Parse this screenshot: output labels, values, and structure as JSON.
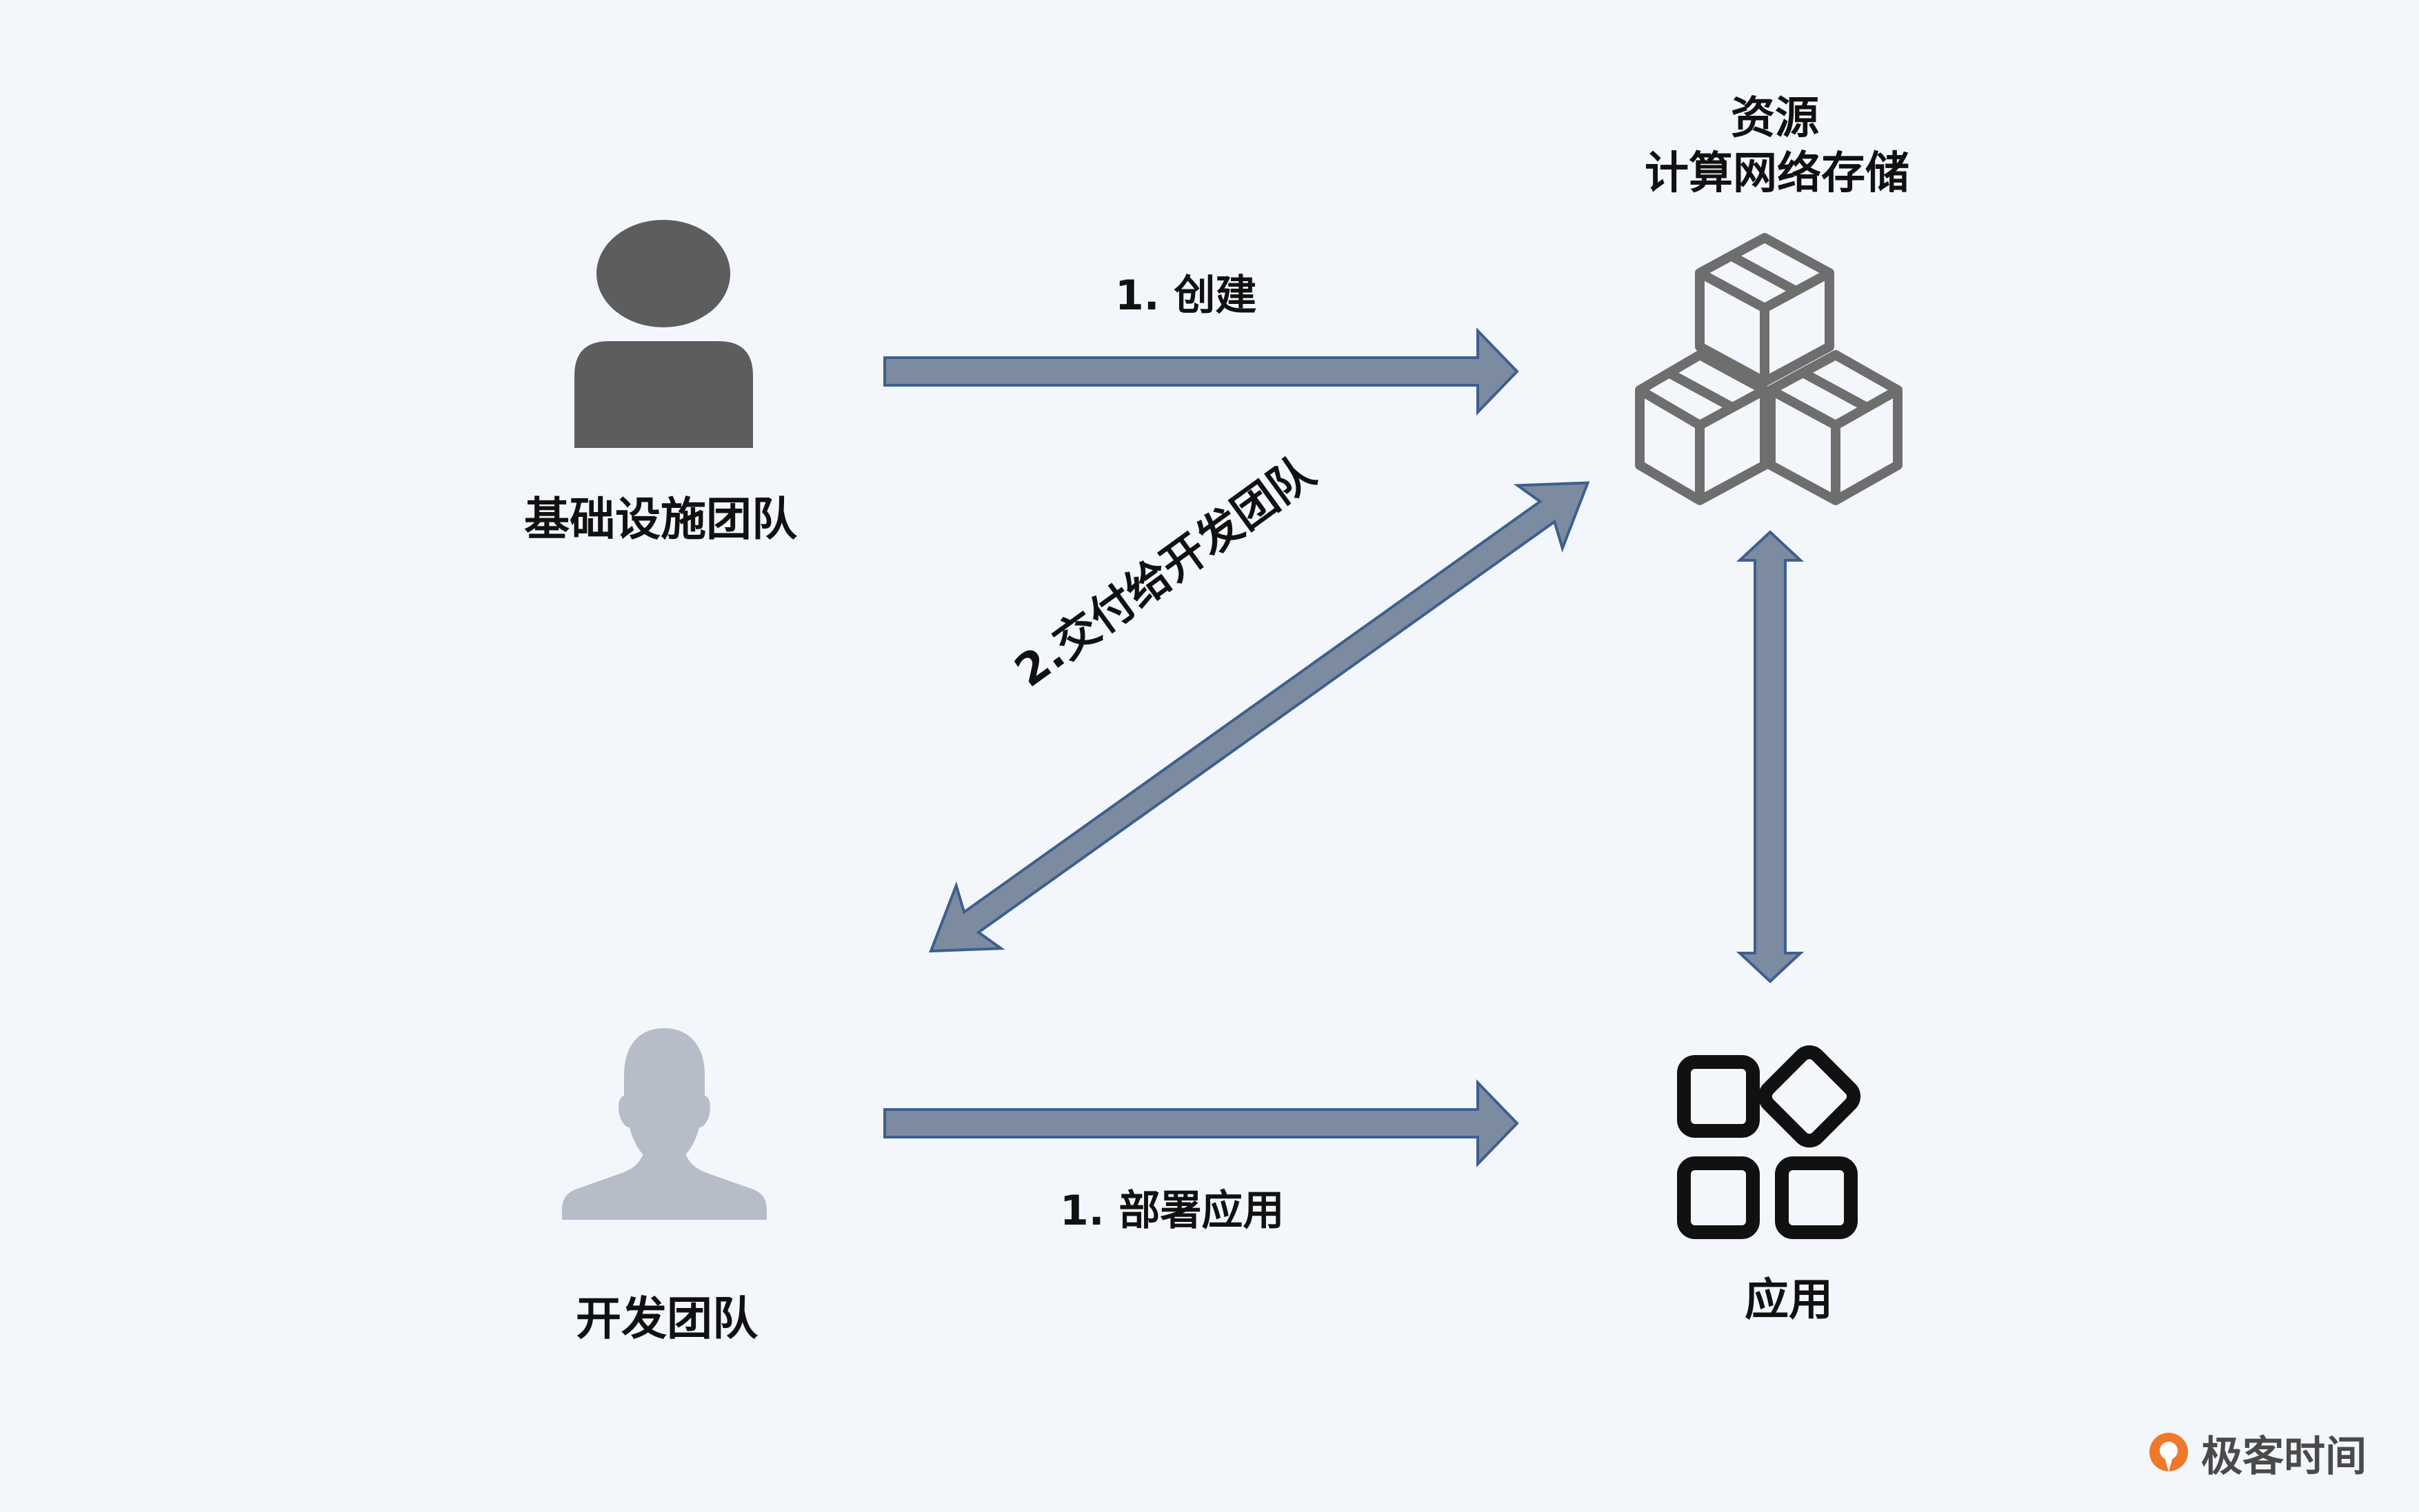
{
  "labels": {
    "infra_team": "基础设施团队",
    "dev_team": "开发团队",
    "resources_title": "资源",
    "resources_subtitle": "计算网络存储",
    "application": "应用",
    "step_create": "1. 创建",
    "step_deliver": "2.交付给开发团队",
    "step_deploy": "1. 部署应用"
  },
  "brand": {
    "name": "极客时间"
  },
  "icons": {
    "infra_person": "person-icon",
    "dev_person": "person-silhouette-icon",
    "resources": "cubes-icon",
    "application": "apps-grid-icon",
    "brand_logo": "geektime-logo-icon"
  },
  "colors": {
    "background": "#f3f7fc",
    "arrow_fill": "#7d8ba0",
    "arrow_stroke": "#3d5f8e",
    "infra_person": "#5d5d5d",
    "dev_person": "#b6bcc8",
    "cubes": "#6e6e6e",
    "apps": "#111111",
    "brand_orange": "#f0782b"
  }
}
